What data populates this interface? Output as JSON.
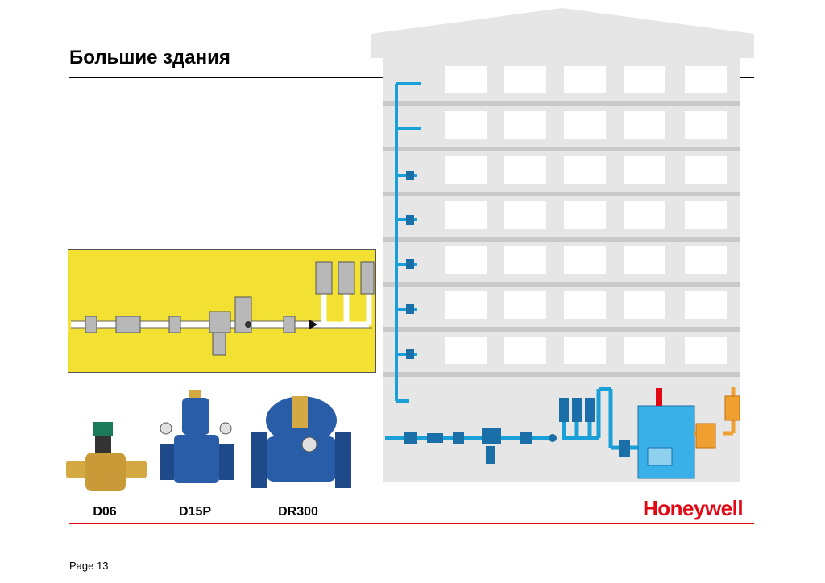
{
  "slide": {
    "title": "Большие здания",
    "page_label": "Page 13",
    "logo_text": "Honeywell"
  },
  "products": [
    {
      "label": "D06"
    },
    {
      "label": "D15P"
    },
    {
      "label": "DR300"
    }
  ],
  "colors": {
    "accent_red": "#e30613",
    "pipe_blue": "#1aa0d8",
    "panel_yellow": "#f2e032",
    "building_grey": "#e6e6e6",
    "window_white": "#ffffff",
    "valve_blue": "#2a5da8",
    "brass": "#d4a843",
    "hot_orange": "#f0a030"
  }
}
